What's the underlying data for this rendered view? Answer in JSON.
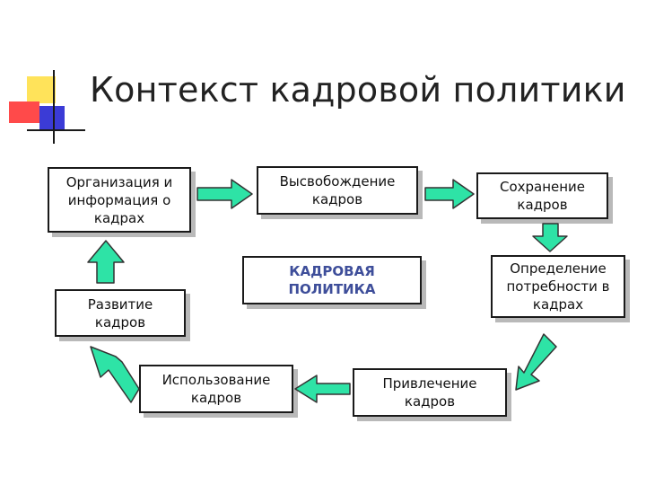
{
  "title": "Контекст кадровой политики",
  "colors": {
    "arrow_fill": "#2ee3a6",
    "arrow_stroke": "#333333",
    "box_border": "#1a1a1a",
    "box_shadow": "#b9b9b9",
    "center_text": "#3e4e9a",
    "deco_yellow": "#ffe35a",
    "deco_red": "#ff3a3a",
    "deco_blue": "#3b3bd6"
  },
  "nodes": {
    "org_info": "Организация и\nинформация о\nкадрах",
    "release": "Высвобождение\nкадров",
    "retention": "Сохранение\nкадров",
    "needs": "Определение\nпотребности в\nкадрах",
    "center": "КАДРОВАЯ\nПОЛИТИКА",
    "development": "Развитие\nкадров",
    "usage": "Использование\nкадров",
    "attraction": "Привлечение\nкадров"
  }
}
